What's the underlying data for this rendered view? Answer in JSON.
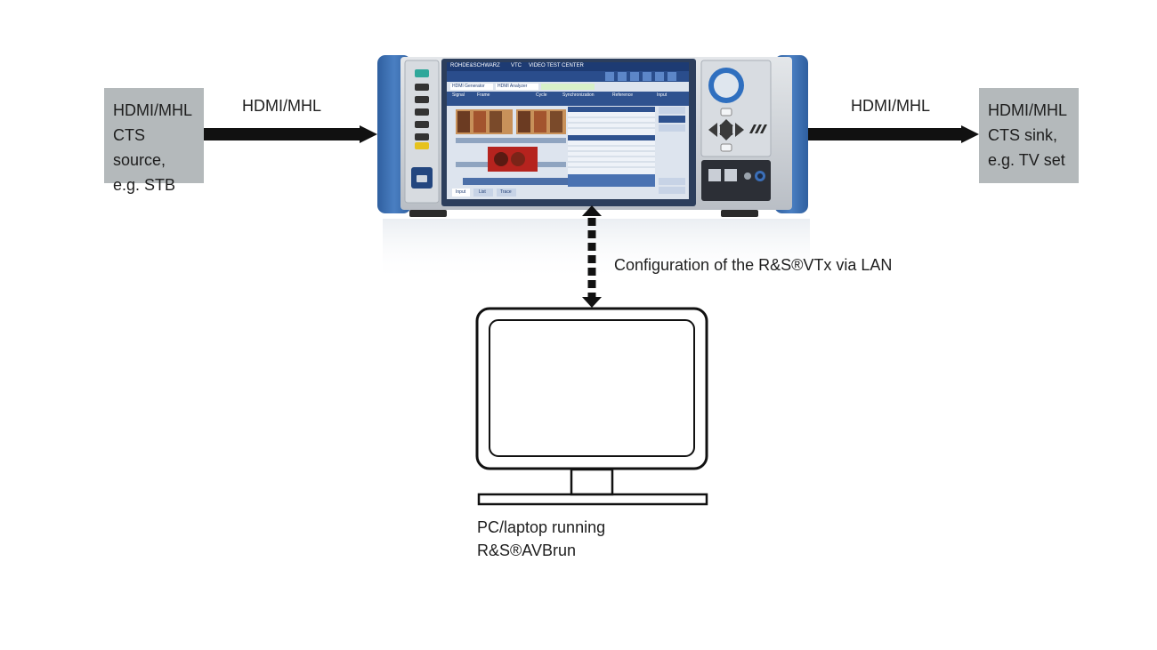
{
  "source_box": {
    "text": "HDMI/MHL\nCTS source,\ne.g. STB"
  },
  "sink_box": {
    "text": "HDMI/MHL\nCTS sink,\ne.g. TV set"
  },
  "left_link_label": "HDMI/MHL",
  "right_link_label": "HDMI/MHL",
  "lan_link_label": "Configuration of the R&S®VTx via LAN",
  "pc_label": "PC/laptop running\nR&S®AVBrun",
  "instrument": {
    "brand": "ROHDE&SCHWARZ",
    "model": "VTC",
    "product_name": "VIDEO TEST CENTER",
    "screen_tabs": [
      "HDMI Generator",
      "HDMI Analyzer"
    ],
    "screen_columns": [
      "Signal",
      "Frame",
      "Cycle",
      "Synchronization",
      "Reference",
      "Input"
    ],
    "bottom_tabs": [
      "Input",
      "List",
      "Trace"
    ],
    "colors": {
      "frame_blue": "#3d6fb0",
      "frame_dark": "#264f87",
      "chassis_silver": "#c9cdd3",
      "screen_blue": "#1f3f78"
    }
  },
  "colors": {
    "box_fill": "#b4b9bb",
    "cable": "#111111",
    "monitor_stroke": "#111111"
  }
}
